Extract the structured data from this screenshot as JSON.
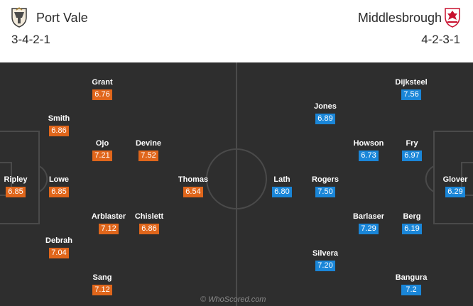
{
  "home": {
    "name": "Port Vale",
    "formation": "3-4-2-1",
    "players": [
      {
        "name": "Ripley",
        "rating": "6.85"
      },
      {
        "name": "Smith",
        "rating": "6.86"
      },
      {
        "name": "Lowe",
        "rating": "6.85"
      },
      {
        "name": "Debrah",
        "rating": "7.04"
      },
      {
        "name": "Grant",
        "rating": "6.76"
      },
      {
        "name": "Ojo",
        "rating": "7.21"
      },
      {
        "name": "Arblaster",
        "rating": "7.12"
      },
      {
        "name": "Sang",
        "rating": "7.12"
      },
      {
        "name": "Devine",
        "rating": "7.52"
      },
      {
        "name": "Chislett",
        "rating": "6.86"
      },
      {
        "name": "Thomas",
        "rating": "6.54"
      }
    ]
  },
  "away": {
    "name": "Middlesbrough",
    "formation": "4-2-3-1",
    "players": [
      {
        "name": "Glover",
        "rating": "6.29"
      },
      {
        "name": "Dijksteel",
        "rating": "7.56"
      },
      {
        "name": "Fry",
        "rating": "6.97"
      },
      {
        "name": "Berg",
        "rating": "6.19"
      },
      {
        "name": "Bangura",
        "rating": "7.2"
      },
      {
        "name": "Howson",
        "rating": "6.73"
      },
      {
        "name": "Barlaser",
        "rating": "7.29"
      },
      {
        "name": "Jones",
        "rating": "6.89"
      },
      {
        "name": "Rogers",
        "rating": "7.50"
      },
      {
        "name": "Silvera",
        "rating": "7.20"
      },
      {
        "name": "Lath",
        "rating": "6.80"
      }
    ]
  },
  "colors": {
    "home_rating": "#e0661b",
    "away_rating": "#1a86d8",
    "pitch": "#2e2e2e"
  },
  "watermark": "© WhoScored.com"
}
